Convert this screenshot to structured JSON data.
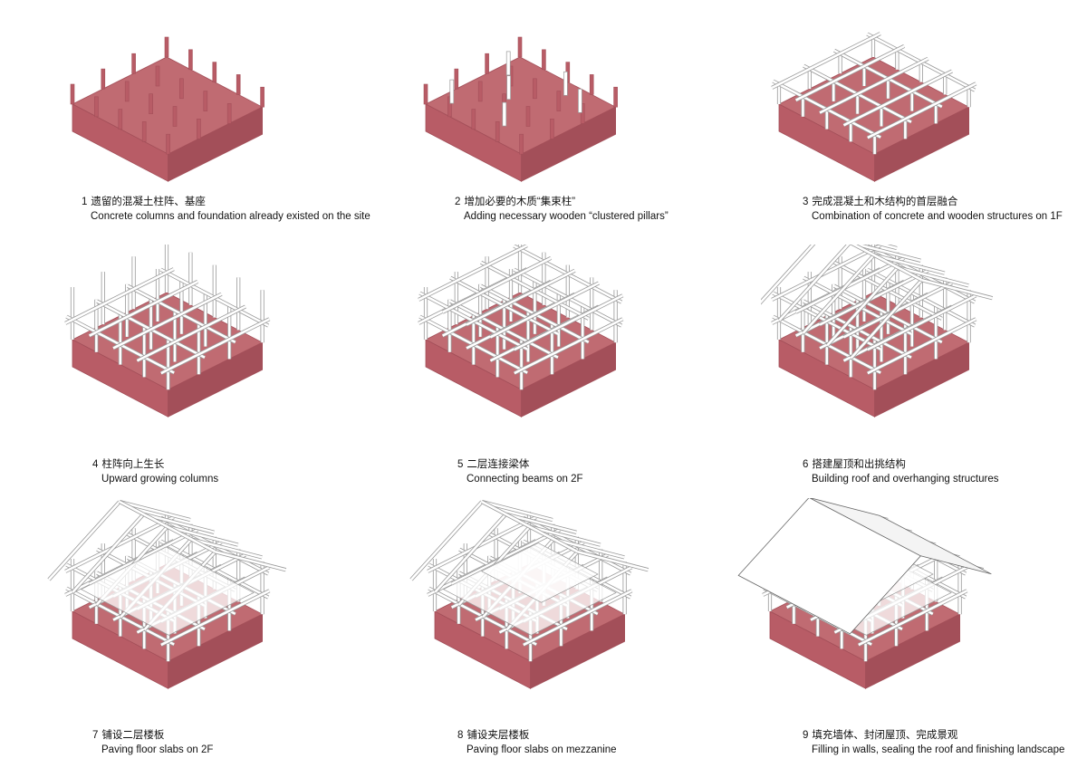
{
  "colors": {
    "concrete_top": "#c06b72",
    "concrete_side": "#b85c66",
    "concrete_dark": "#a34f59",
    "wood": "#ffffff",
    "wood_stroke": "#9a9a9a",
    "line": "#666666",
    "text": "#111111"
  },
  "steps": [
    {
      "num": "1",
      "title_cn": "遗留的混凝土柱阵、基座",
      "title_en": "Concrete columns and foundation already existed on the site"
    },
    {
      "num": "2",
      "title_cn": "增加必要的木质“集束柱”",
      "title_en": "Adding necessary wooden “clustered pillars”"
    },
    {
      "num": "3",
      "title_cn": "完成混凝土和木结构的首层融合",
      "title_en": "Combination of concrete and wooden structures on 1F"
    },
    {
      "num": "4",
      "title_cn": "柱阵向上生长",
      "title_en": "Upward growing columns"
    },
    {
      "num": "5",
      "title_cn": "二层连接梁体",
      "title_en": "Connecting beams on 2F"
    },
    {
      "num": "6",
      "title_cn": "搭建屋顶和出挑结构",
      "title_en": "Building roof and overhanging structures"
    },
    {
      "num": "7",
      "title_cn": "铺设二层楼板",
      "title_en": "Paving floor slabs on 2F"
    },
    {
      "num": "8",
      "title_cn": "铺设夹层楼板",
      "title_en": "Paving floor slabs on mezzanine"
    },
    {
      "num": "9",
      "title_cn": "填充墙体、封闭屋顶、完成景观",
      "title_en": "Filling in walls, sealing the roof and finishing landscape"
    }
  ]
}
